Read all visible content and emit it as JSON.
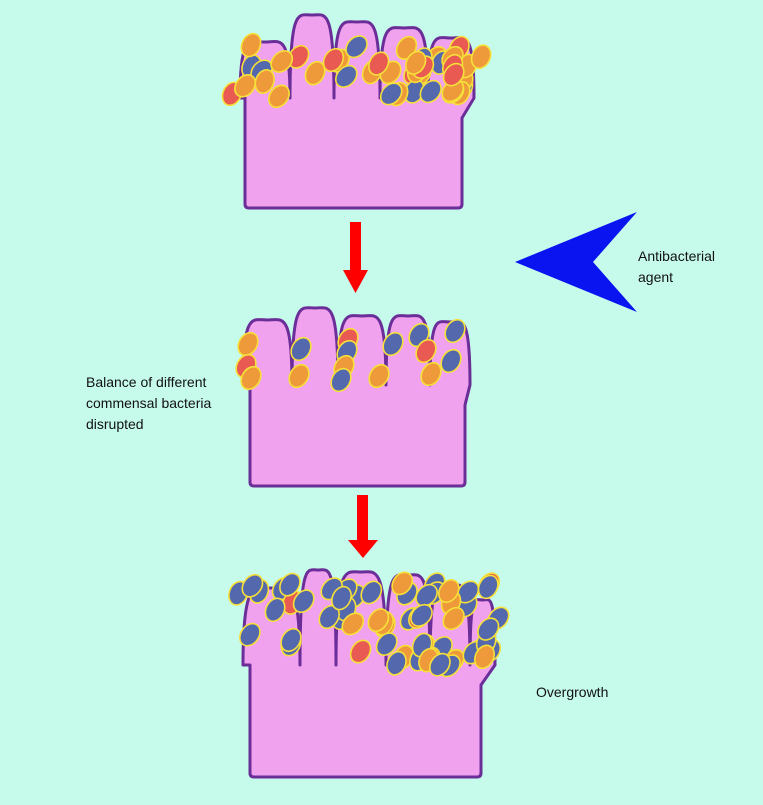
{
  "labels": {
    "antibacterial": "Antibacterial agent",
    "disrupted": "Balance of different commensal bacteria disrupted",
    "overgrowth": "Overgrowth"
  },
  "colors": {
    "background": "#c6fbec",
    "tissue": "#f0a2ee",
    "tissue_outline": "#6b2d98",
    "bacteria_orange": "#ee9a3a",
    "bacteria_red": "#e85a52",
    "bacteria_blue": "#5468ad",
    "bacteria_outline": "#f6e03a",
    "arrow_red": "#ff0000",
    "arrow_blue": "#0a14f0"
  }
}
